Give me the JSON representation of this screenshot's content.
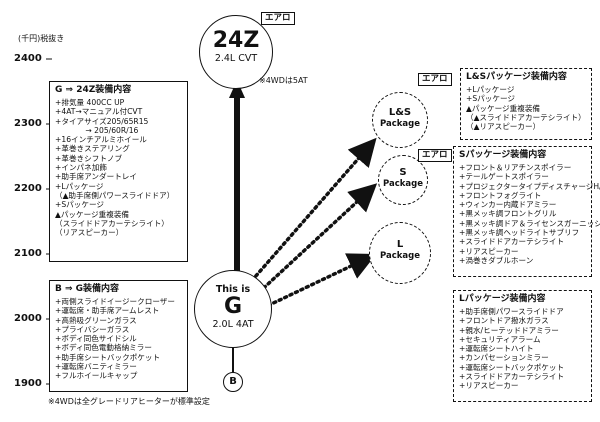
{
  "axis": {
    "unit": "(千円)税抜き",
    "ticks": [
      "2400",
      "2300",
      "2200",
      "2100",
      "2000",
      "1900"
    ]
  },
  "top_model": {
    "name": "24Z",
    "spec": "2.4L CVT",
    "tag": "エアロ",
    "note": "※4WDは5AT"
  },
  "base_model": {
    "prefix": "This is",
    "name": "G",
    "spec": "2.0L 4AT",
    "lower": "B"
  },
  "packages": [
    {
      "line1": "L&S",
      "line2": "Package",
      "tag": "エアロ"
    },
    {
      "line1": "S",
      "line2": "Package",
      "tag": "エアロ"
    },
    {
      "line1": "L",
      "line2": "Package",
      "tag": ""
    }
  ],
  "box_g24z": {
    "title": "G ⇒ 24Z装備内容",
    "items": [
      "+排気量 400CC UP",
      "+4AT→マニュアル付CVT",
      "+タイアサイズ205/65R15",
      "　　　　→ 205/60R/16",
      "+16インチアルミホイール",
      "+革巻きステアリング",
      "+革巻きシフトノブ",
      "+インパネ加飾",
      "+助手席アンダートレイ",
      "+Lパッケージ",
      "（▲助手席側パワースライドドア）",
      "+Sパッケージ",
      "▲パッケージ重複装備",
      "（スライドドアカーテシライト）",
      "（リアスピーカー）"
    ]
  },
  "box_bg": {
    "title": "B ⇒ G装備内容",
    "items": [
      "+両側スライドイージークローザー",
      "+運転席・助手席アームレスト",
      "+高熱吸グリーンガラス",
      "+プライバシーガラス",
      "+ボディ同色サイドシル",
      "+ボディ同色電動格納ミラー",
      "+助手席シートバックポケット",
      "+運転席バニティミラー",
      "+フルホイールキャップ"
    ],
    "footnote": "※4WDは全グレードリアヒーターが標準設定"
  },
  "box_ls": {
    "title": "L&Sパッケージ装備内容",
    "items": [
      "+Lパッケージ",
      "+Sパッケージ",
      "▲パッケージ重複装備",
      "（▲スライドドアカーテシライト）",
      "（▲リアスピーカー）"
    ]
  },
  "box_s": {
    "title": "Sパッケージ装備内容",
    "items": [
      "+フロント＆リアチンスポイラー",
      "+テールゲートスポイラー",
      "+プロジェクタータイプディスチャージH/L",
      "+フロントフォグライト",
      "+ウィンカー内蔵ドアミラー",
      "+黒メッキ調フロントグリル",
      "+黒メッキ調ドア＆ライセンスガーニッシュ",
      "+黒メッキ調ヘッドライトサブリフ",
      "+スライドドアカーテシライト",
      "+リアスピーカー",
      "+渦巻きダブルホーン"
    ]
  },
  "box_l": {
    "title": "Lパッケージ装備内容",
    "items": [
      "+助手席側パワースライドドア",
      "+フロントドア撥水ガラス",
      "+親水/ヒーテッドドアミラー",
      "+セキュリティアラーム",
      "+運転席シートハイト",
      "+カンパセーションミラー",
      "+運転席シートバックポケット",
      "+スライドドアカーテシライト",
      "+リアスピーカー"
    ]
  }
}
